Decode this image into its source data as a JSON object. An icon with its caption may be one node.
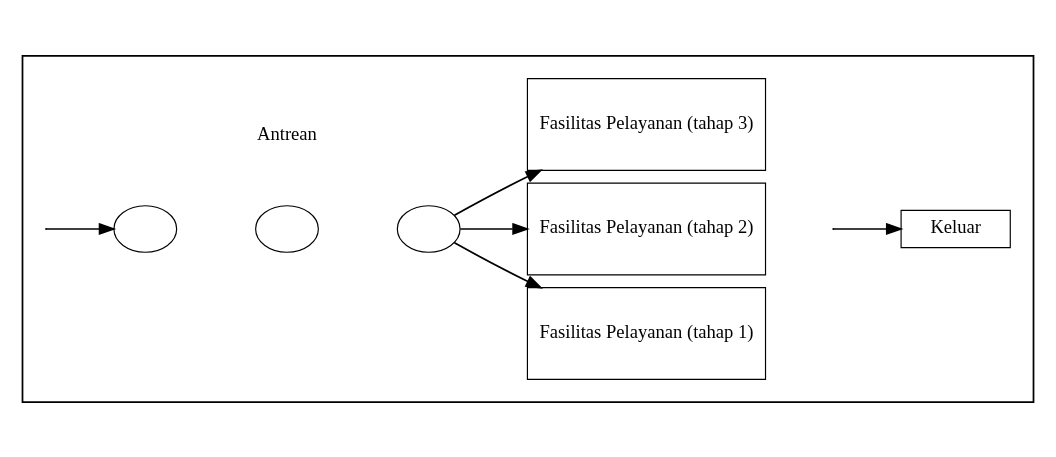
{
  "diagram": {
    "nodes": [
      {
        "text": [],
        "shape": "box"
      },
      {
        "text": [],
        "shape": "circle",
        "in": 0
      },
      {
        "text": [],
        "shape": "circle",
        "in": 0
      },
      {
        "text": [],
        "shape": "circle",
        "in": 0
      },
      {
        "text": [
          "Fasilitas Pelayanan (tahap 1)"
        ],
        "in": 0
      },
      {
        "text": [
          "Fasilitas Pelayanan (tahap 2)"
        ],
        "in": 0
      },
      {
        "text": [
          "Fasilitas Pelayanan (tahap 3)"
        ],
        "in": 0
      },
      {
        "text": [
          "Keluar"
        ],
        "in": 0
      }
    ],
    "edges": [
      {
        "from": null,
        "to": 1,
        "arrow": "to"
      },
      {
        "from": 3,
        "to": 4,
        "arrow": "to"
      },
      {
        "from": 3,
        "to": 5,
        "arrow": "to"
      },
      {
        "from": 3,
        "to": 6,
        "arrow": "to"
      },
      {
        "from": null,
        "to": 7,
        "arrow": "to"
      }
    ],
    "labels": [
      "Antrean"
    ]
  }
}
